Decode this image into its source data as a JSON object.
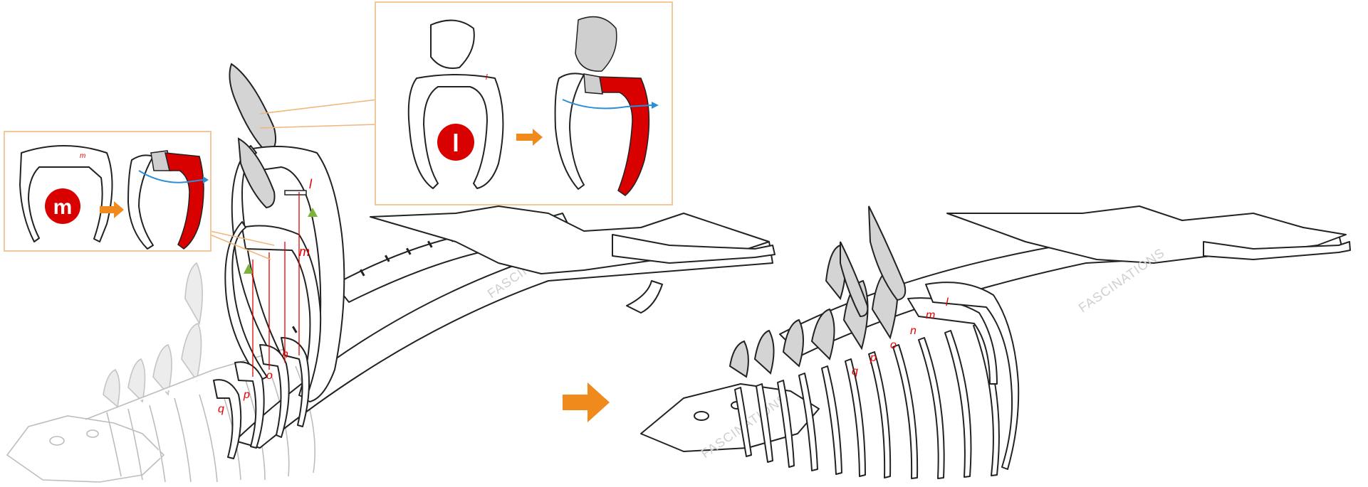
{
  "parts": {
    "l": "l",
    "m": "m",
    "n": "n",
    "o": "o",
    "p": "p",
    "q": "q"
  },
  "insets": [
    {
      "letter": "l"
    },
    {
      "letter": "m"
    }
  ],
  "watermark": "FASCINATIONS",
  "colors": {
    "highlight": "#d90000",
    "arrow": "#f08a1c",
    "marker": "#7db33a",
    "inset_border": "#f2c89a",
    "direction_line": "#2a8fd8"
  }
}
